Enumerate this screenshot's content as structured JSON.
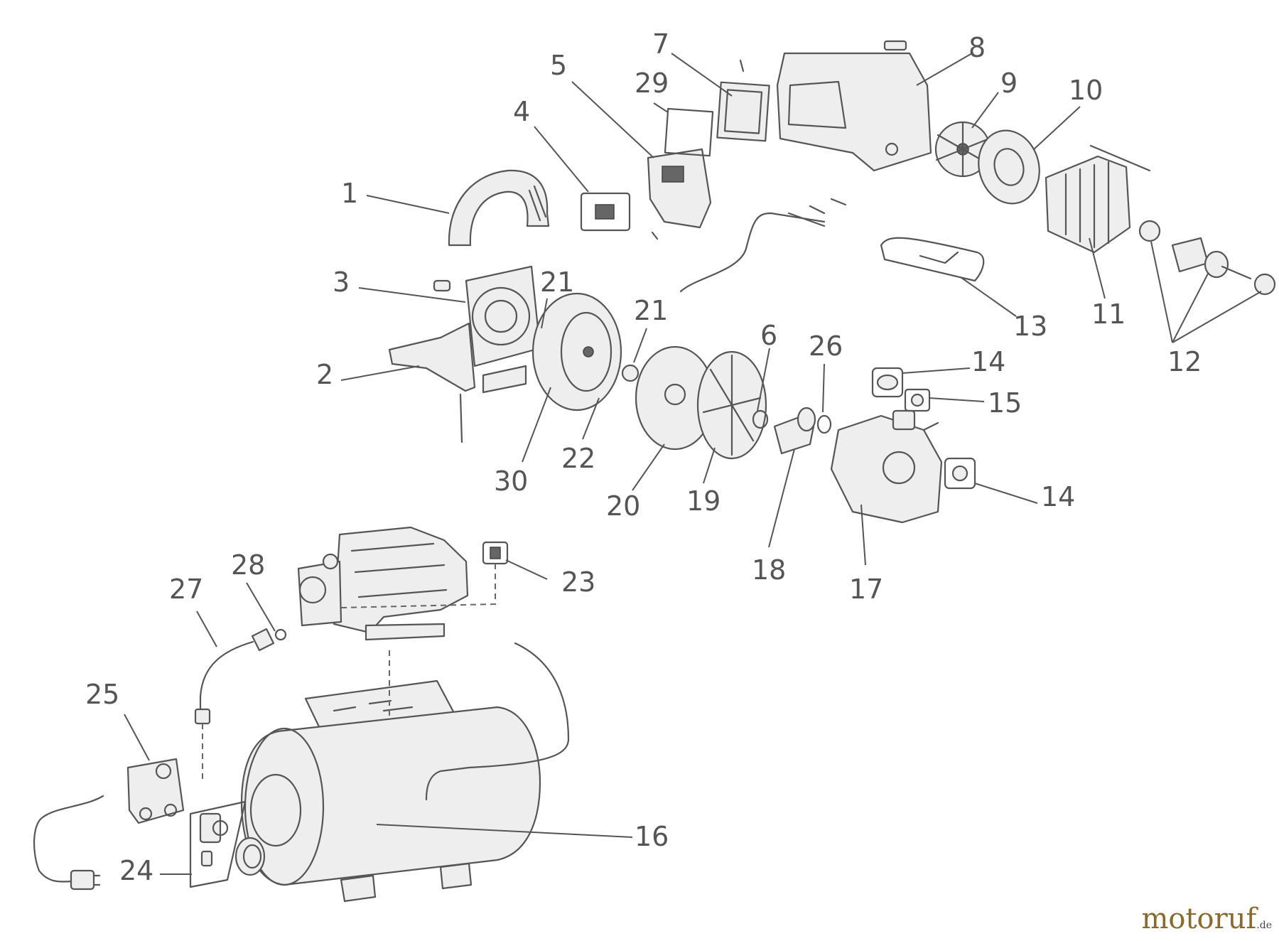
{
  "callouts": [
    "1",
    "2",
    "3",
    "4",
    "5",
    "6",
    "7",
    "8",
    "9",
    "10",
    "11",
    "12",
    "13",
    "14",
    "15",
    "16",
    "17",
    "18",
    "19",
    "20",
    "21",
    "22",
    "23",
    "24",
    "25",
    "26",
    "27",
    "28",
    "29",
    "30"
  ],
  "watermark": {
    "main": "motoruf",
    "ext": ".de"
  }
}
